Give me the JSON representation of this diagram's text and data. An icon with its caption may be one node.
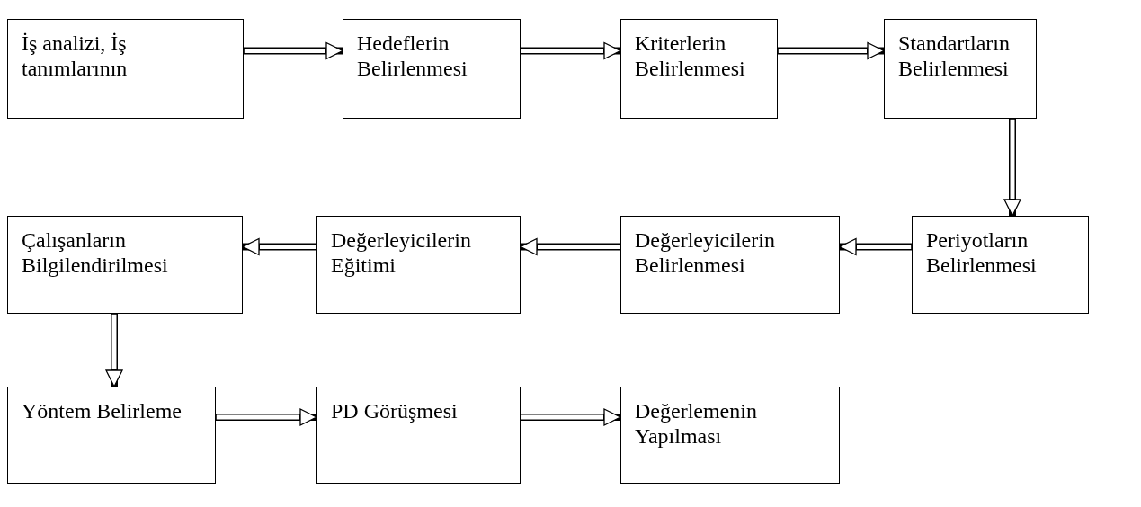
{
  "diagram": {
    "nodes": [
      {
        "text": [
          "İş analizi, İş tanımlarının"
        ]
      },
      {
        "text": [
          "Hedeflerin Belirlenmesi"
        ]
      },
      {
        "text": [
          "Kriterlerin Belirlenmesi"
        ]
      },
      {
        "text": [
          "Standartların Belirlenmesi"
        ]
      },
      {
        "text": [
          "Çalışanların Bilgilendirilmesi"
        ]
      },
      {
        "text": [
          "Değerleyicilerin Eğitimi"
        ]
      },
      {
        "text": [
          "Değerleyicilerin Belirlenmesi"
        ]
      },
      {
        "text": [
          "Periyotların Belirlenmesi"
        ]
      },
      {
        "text": [
          "Yöntem Belirleme"
        ]
      },
      {
        "text": [
          "PD Görüşmesi"
        ]
      },
      {
        "text": [
          "Değerlemenin Yapılması"
        ]
      }
    ],
    "edges": [
      {
        "from": 0,
        "to": 1,
        "arrow": "to"
      },
      {
        "from": 1,
        "to": 2,
        "arrow": "to"
      },
      {
        "from": 2,
        "to": 3,
        "arrow": "to"
      },
      {
        "from": 3,
        "to": 7,
        "arrow": "to"
      },
      {
        "from": 7,
        "to": 6,
        "arrow": "to"
      },
      {
        "from": 6,
        "to": 5,
        "arrow": "to"
      },
      {
        "from": 5,
        "to": 4,
        "arrow": "to"
      },
      {
        "from": 4,
        "to": 8,
        "arrow": "to"
      },
      {
        "from": 8,
        "to": 9,
        "arrow": "to"
      },
      {
        "from": 9,
        "to": 10,
        "arrow": "to"
      }
    ]
  }
}
